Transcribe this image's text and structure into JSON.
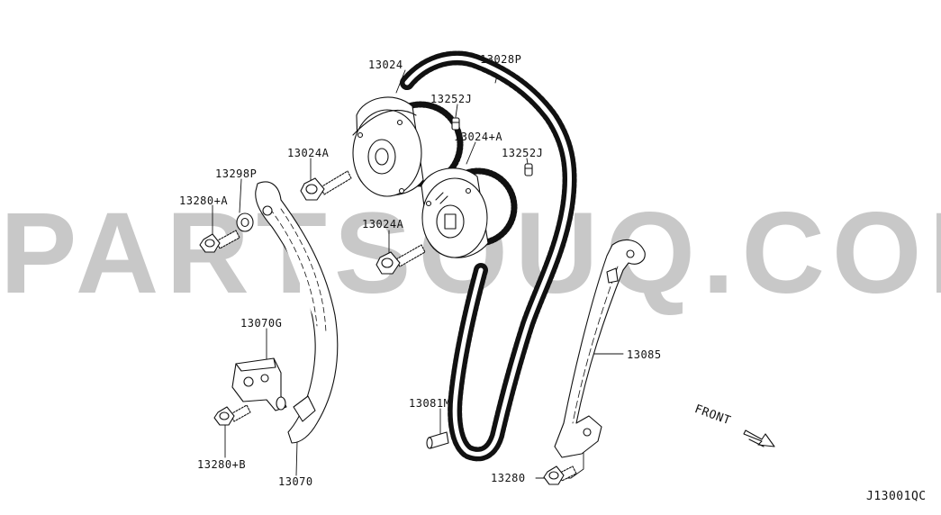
{
  "watermark": "PARTSOUQ.COM",
  "diagram_code": "J13001QC",
  "front_label": "FRONT",
  "labels": {
    "p13024": "13024",
    "p13028P": "13028P",
    "p13252J_a": "13252J",
    "p13024A_plus": "13024+A",
    "p13252J_b": "13252J",
    "p13024A_a": "13024A",
    "p13298P": "13298P",
    "p13280A": "13280+A",
    "p13024A_b": "13024A",
    "p13070G": "13070G",
    "p13085": "13085",
    "p13081M": "13081M",
    "p13280B": "13280+B",
    "p13070": "13070",
    "p13280": "13280"
  }
}
